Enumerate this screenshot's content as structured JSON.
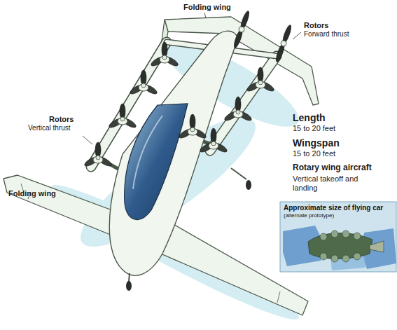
{
  "diagram": {
    "nodes": [
      {
        "text": [
          "Approximate size of flying car",
          "(alternate prototype)"
        ]
      }
    ],
    "labels": [
      "Folding wing",
      "Rotors",
      "Forward thrust",
      "Rotors",
      "Vertical thrust",
      "Length",
      "15 to 20 feet",
      "Wingspan",
      "15 to 20 feet",
      "Rotary wing aircraft",
      "Vertical takeoff and landing",
      "Folding wing"
    ]
  }
}
